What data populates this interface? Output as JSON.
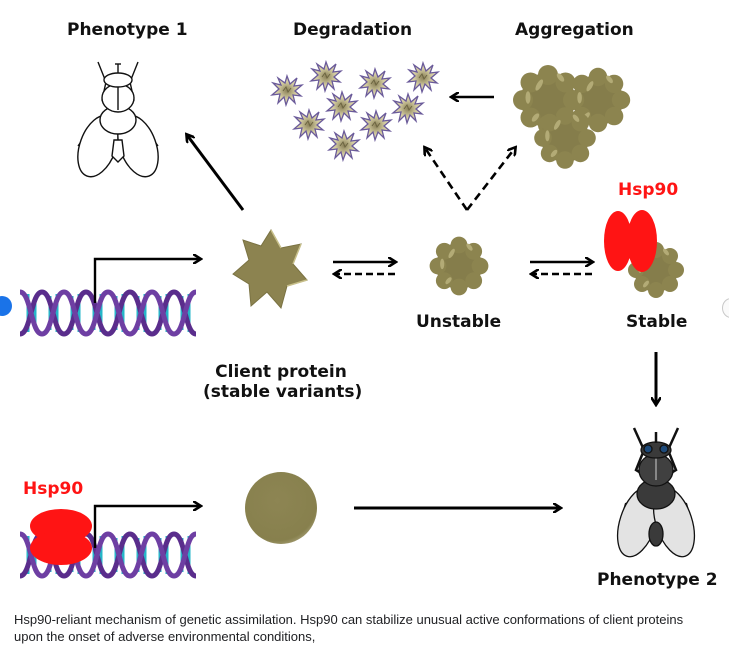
{
  "labels": {
    "phenotype1": "Phenotype 1",
    "degradation": "Degradation",
    "aggregation": "Aggregation",
    "hsp90_top": "Hsp90",
    "unstable": "Unstable",
    "stable": "Stable",
    "client_protein_line1": "Client protein",
    "client_protein_line2": "(stable variants)",
    "hsp90_bottom": "Hsp90",
    "phenotype2": "Phenotype 2"
  },
  "caption": "Hsp90-reliant mechanism of genetic assimilation. Hsp90 can stabilize unusual active conformations of client proteins upon the onset of adverse environmental conditions,",
  "colors": {
    "protein": "#8c8350",
    "hsp90": "#ff1414",
    "dna_backbone": "#5a2d8c",
    "dna_bases": "#25b5c8",
    "arrow": "#000000",
    "degraded_fill": "#cfc79a",
    "degraded_outline": "#6a5a9a"
  },
  "icons": {
    "fly_outline": "fly-line-drawing-icon",
    "fly_dark": "fly-dark-icon",
    "dna": "dna-helix-icon",
    "star_protein": "seven-point-star-protein-icon",
    "unstable_protein": "lumpy-protein-icon",
    "aggregate": "protein-aggregate-icon",
    "degraded": "degraded-starburst-icon",
    "hsp90": "hsp90-dimer-icon",
    "round_protein": "round-protein-icon"
  }
}
